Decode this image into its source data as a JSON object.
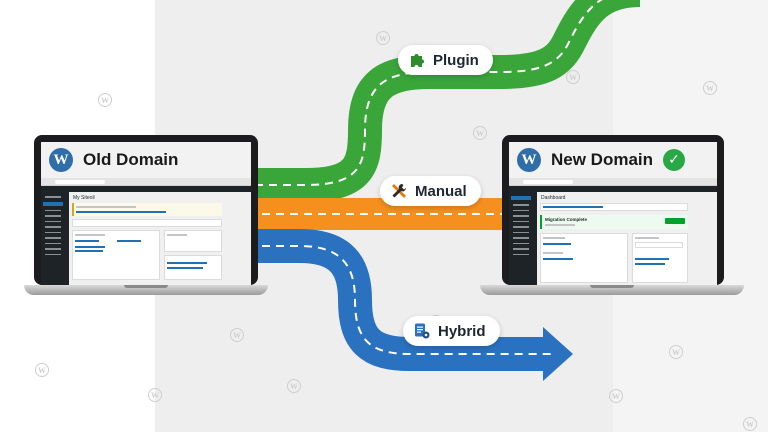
{
  "labels": {
    "plugin": "Plugin",
    "manual": "Manual",
    "hybrid": "Hybrid"
  },
  "laptops": {
    "old": {
      "title": "Old Domain",
      "dashboard_heading": "My Siteoil"
    },
    "new": {
      "title": "New Domain",
      "dashboard_heading": "Dashboard",
      "notice": "Migration Complete"
    }
  },
  "colors": {
    "plugin": "#3aa63a",
    "manual": "#f5901e",
    "hybrid": "#2a72bf",
    "wp_blue": "#2f6ea8",
    "check_green": "#2aa846"
  },
  "icons": {
    "plugin": "puzzle-icon",
    "manual": "tools-icon",
    "hybrid": "document-gear-icon",
    "success": "check-circle-icon",
    "logo": "wordpress-logo-icon"
  }
}
